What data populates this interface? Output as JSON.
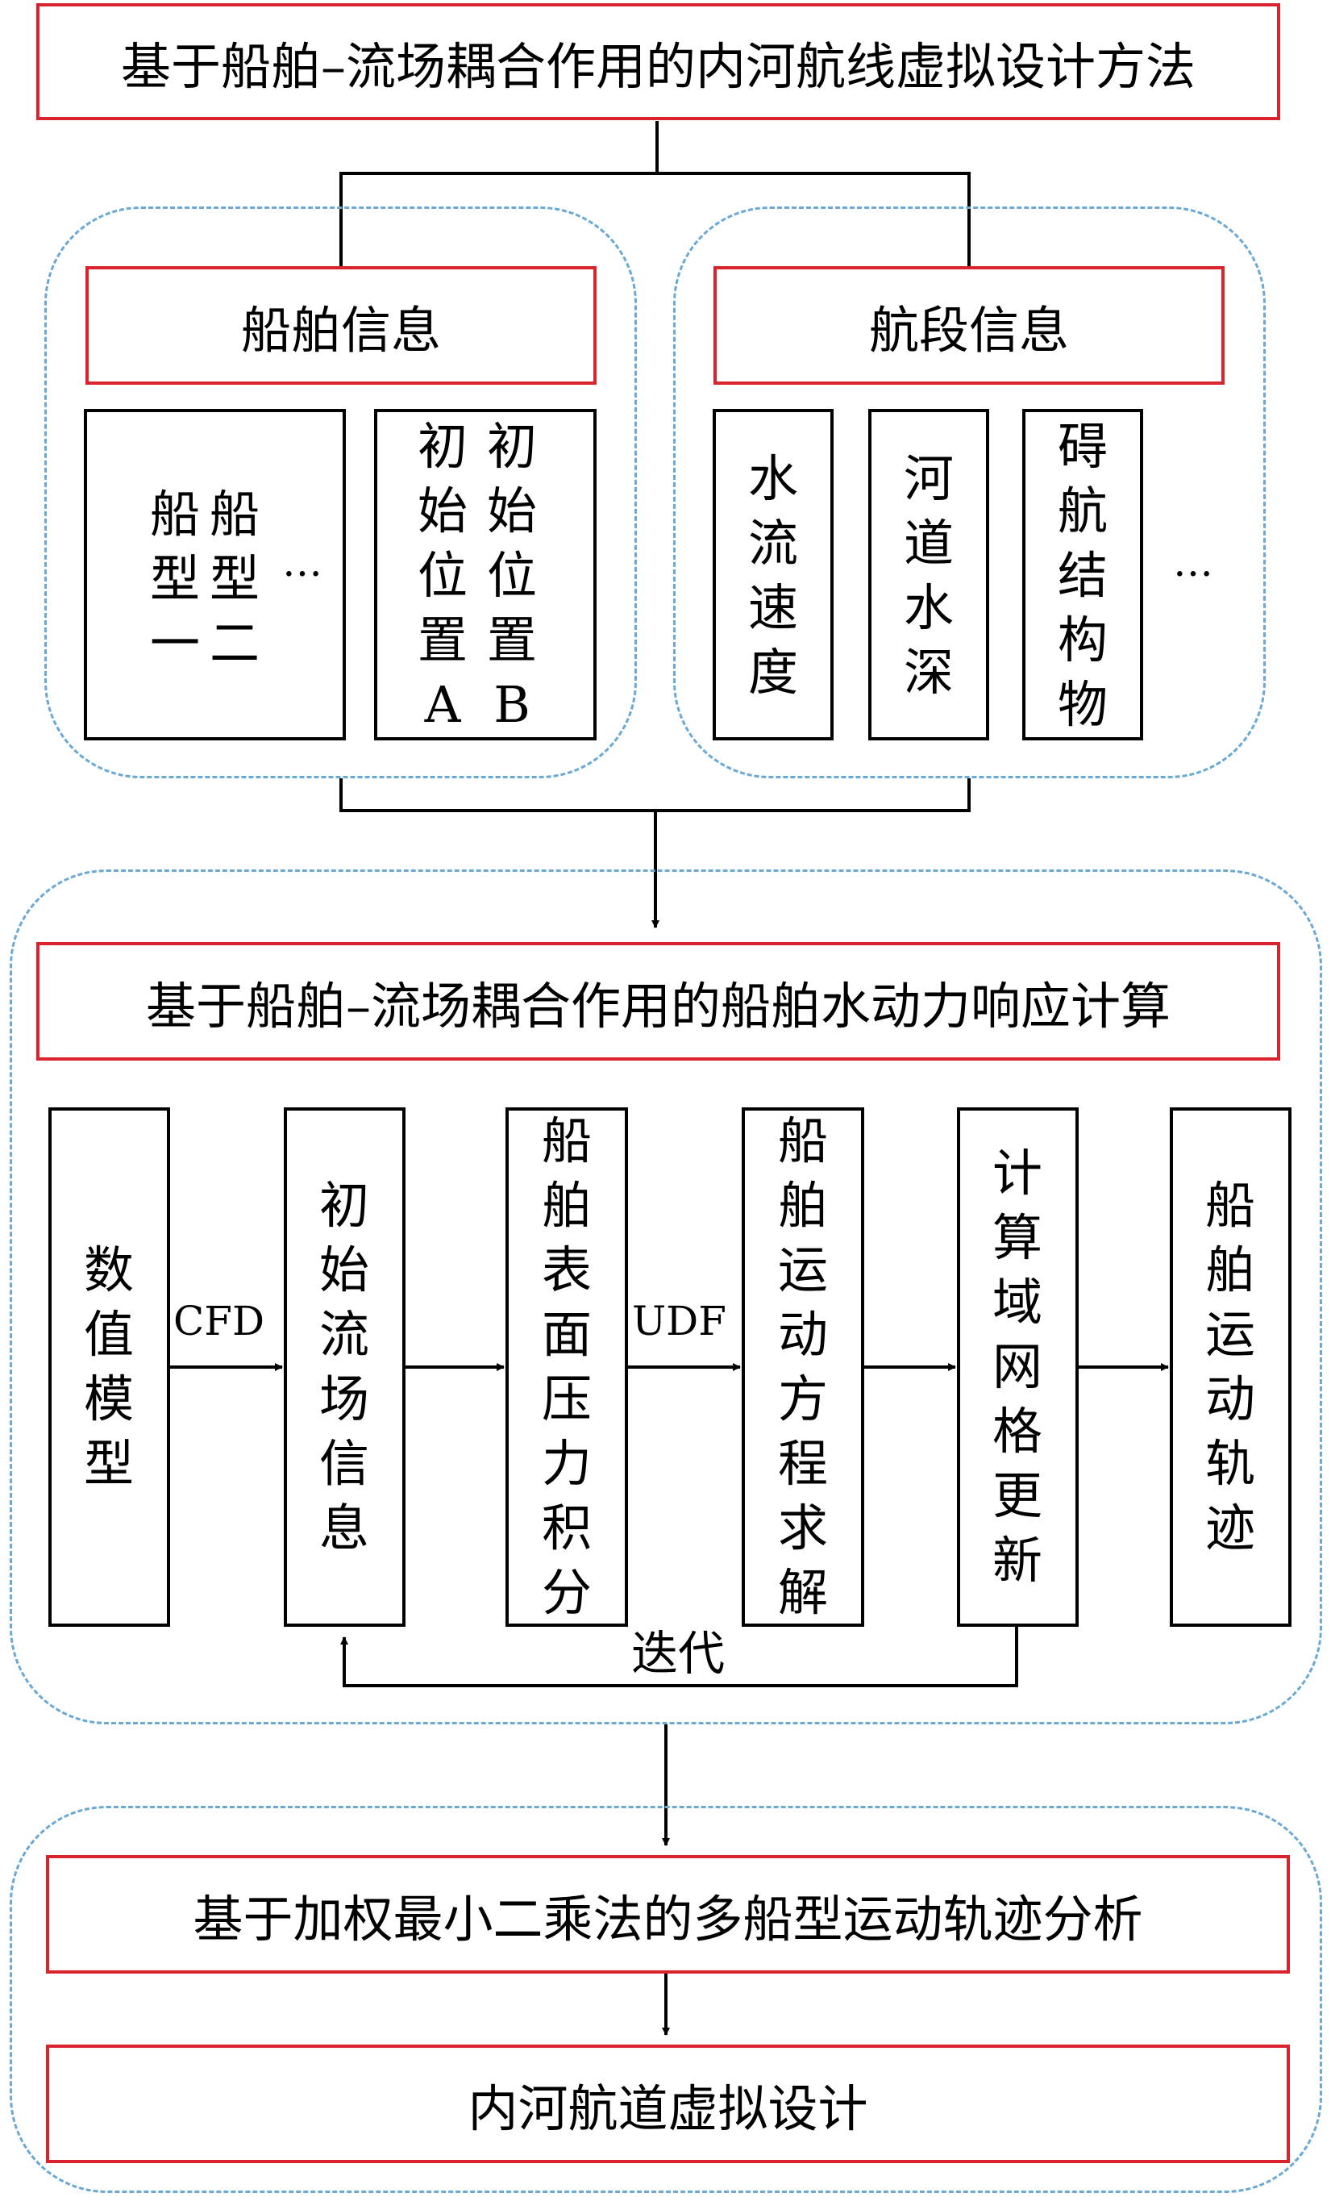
{
  "title": "基于船舶–流场耦合作用的内河航线虚拟设计方法",
  "ship_info": {
    "header": "船舶信息",
    "items": [
      "船型一",
      "船型二",
      "…",
      "初始位置A",
      "初始位置B"
    ]
  },
  "segment_info": {
    "header": "航段信息",
    "items": [
      "水流速度",
      "河道水深",
      "碍航结构物",
      "…"
    ]
  },
  "calculation": {
    "header": "基于船舶–流场耦合作用的船舶水动力响应计算",
    "steps": [
      "数值模型",
      "初始流场信息",
      "船舶表面压力积分",
      "船舶运动方程求解",
      "计算域网格更新",
      "船舶运动轨迹"
    ],
    "edge_labels": [
      "CFD",
      "UDF"
    ],
    "loop_label": "迭代"
  },
  "analysis": {
    "header": "基于加权最小二乘法的多船型运动轨迹分析",
    "result": "内河航道虚拟设计"
  },
  "colors": {
    "red_border": "#d9232d",
    "dashed_border": "#6aa9d6",
    "line": "#000000"
  }
}
